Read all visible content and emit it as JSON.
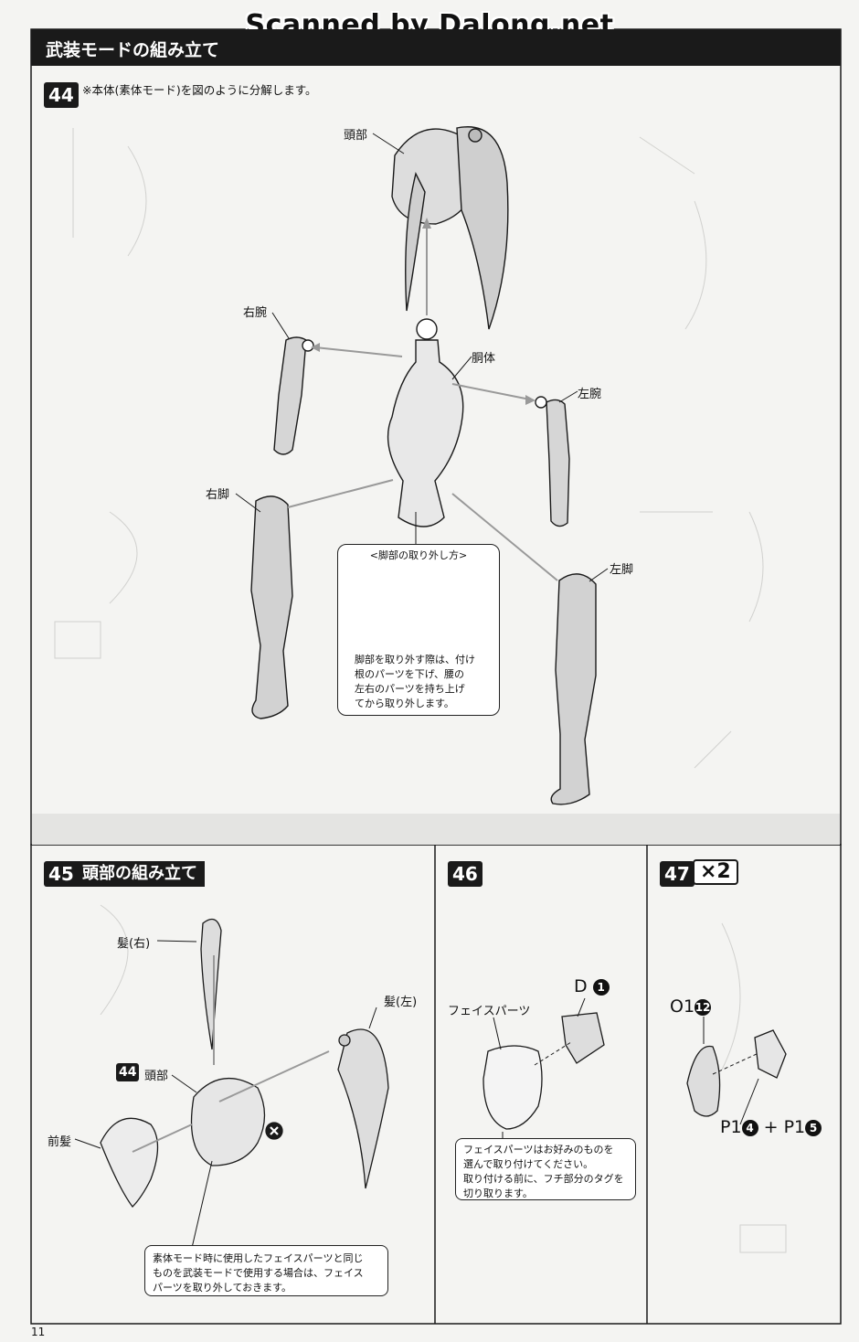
{
  "scan_watermark": "Scanned by Dalong.net",
  "header": {
    "title": "武装モードの組み立て"
  },
  "step44": {
    "number": "44",
    "instruction": "※本体(素体モード)を図のように分解します。",
    "labels": {
      "head": "頭部",
      "right_arm": "右腕",
      "torso": "胴体",
      "left_arm": "左腕",
      "right_leg": "右脚",
      "left_leg": "左脚"
    },
    "callout": {
      "title": "<脚部の取り外し方>",
      "text_lines": [
        "脚部を取り外す際は、付け",
        "根のパーツを下げ、腰の",
        "左右のパーツを持ち上げ",
        "てから取り外します。"
      ]
    }
  },
  "step45": {
    "number": "45",
    "title": "頭部の組み立て",
    "labels": {
      "hair_right": "髪(右)",
      "hair_left": "髪(左)",
      "ref_step": "44",
      "head": "頭部",
      "bangs": "前髪"
    },
    "note_lines": [
      "素体モード時に使用したフェイスパーツと同じ",
      "ものを武装モードで使用する場合は、フェイス",
      "パーツを取り外しておきます。"
    ]
  },
  "step46": {
    "number": "46",
    "labels": {
      "face_parts": "フェイスパーツ",
      "part_d": "D",
      "part_d_num": "1"
    },
    "note_lines": [
      "フェイスパーツはお好みのものを",
      "選んで取り付けてください。",
      "取り付ける前に、フチ部分のタグを",
      "切り取ります。"
    ]
  },
  "step47": {
    "number": "47",
    "multiplier": "×2",
    "labels": {
      "part_o": "O1",
      "part_o_num": "12",
      "part_p_a": "P1",
      "part_p_a_num": "4",
      "plus": "+",
      "part_p_b": "P1",
      "part_p_b_num": "5"
    }
  },
  "page_number": "11"
}
